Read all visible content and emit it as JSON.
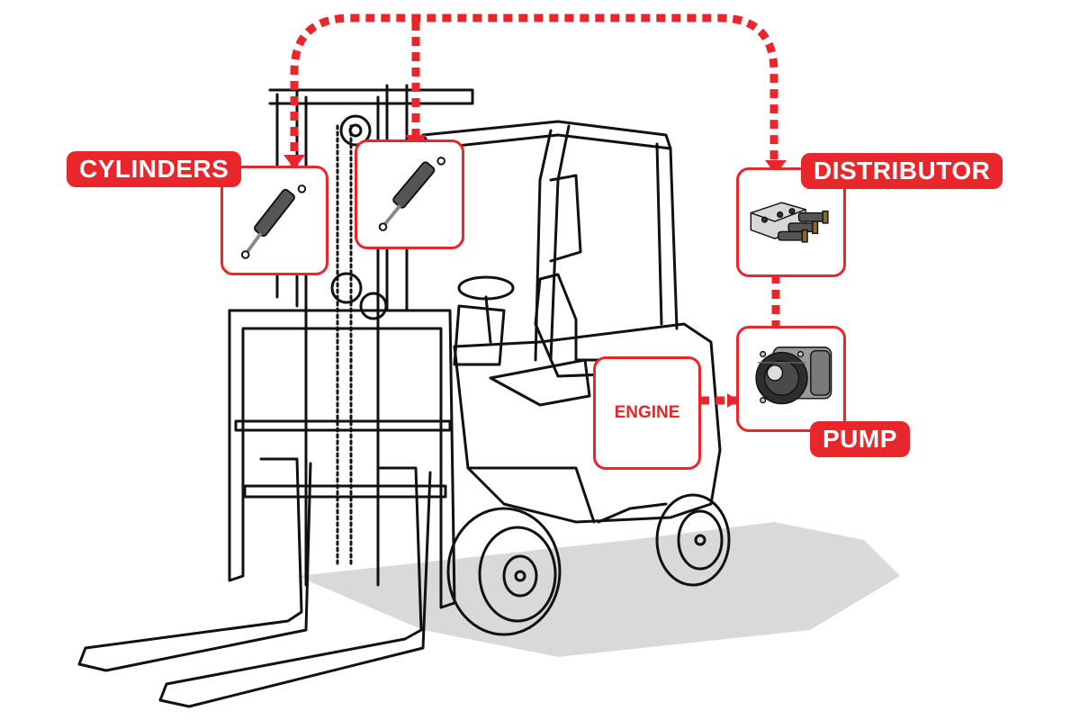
{
  "labels": {
    "cylinders": "CYLINDERS",
    "distributor": "DISTRIBUTOR",
    "engine": "ENGINE",
    "pump": "PUMP"
  },
  "colors": {
    "accent": "#e8262b",
    "line": "#111111",
    "shadow": "#d9d9d9"
  },
  "icons": [
    "hydraulic-cylinder-icon",
    "distributor-valve-icon",
    "gear-pump-icon",
    "forklift-illustration"
  ]
}
